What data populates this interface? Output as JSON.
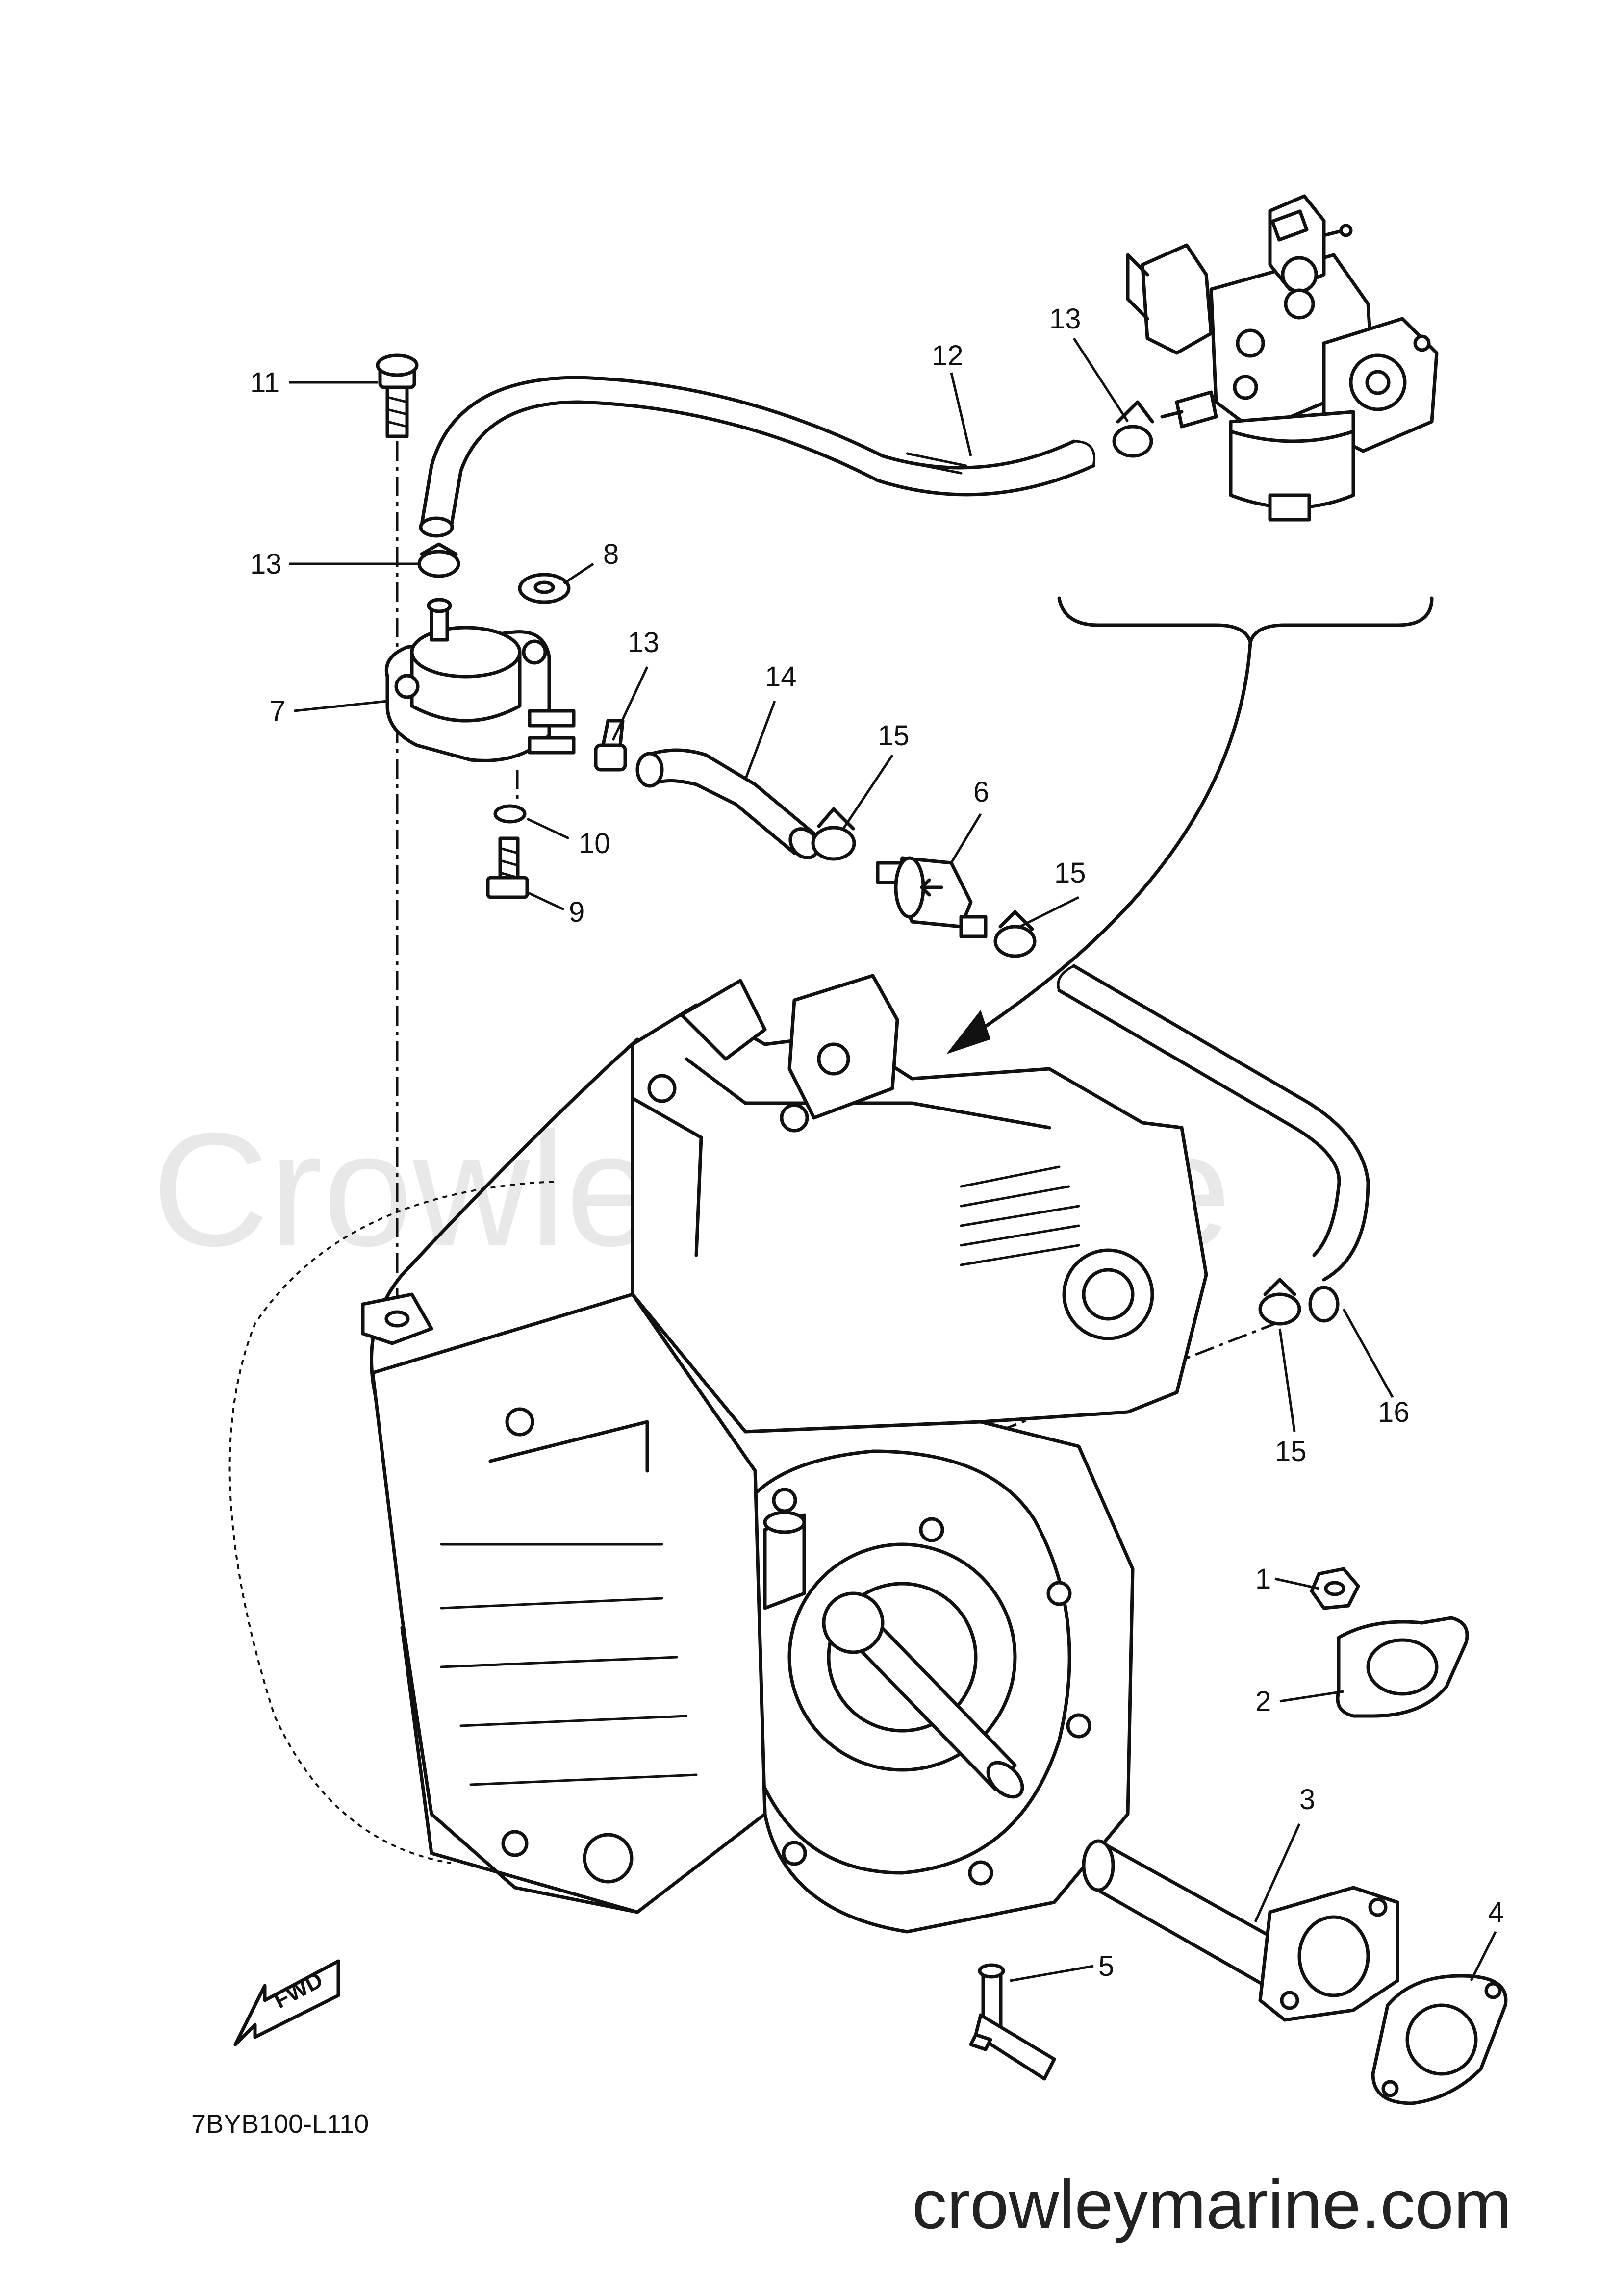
{
  "diagram": {
    "code": "7BYB100-L110",
    "watermark": "CrowleyMarine",
    "website": "crowleymarine.com",
    "fwd_label": "FWD"
  },
  "callouts": [
    {
      "id": "c11",
      "label": "11"
    },
    {
      "id": "c12",
      "label": "12"
    },
    {
      "id": "c13a",
      "label": "13"
    },
    {
      "id": "c13b",
      "label": "13"
    },
    {
      "id": "c8",
      "label": "8"
    },
    {
      "id": "c13c",
      "label": "13"
    },
    {
      "id": "c14",
      "label": "14"
    },
    {
      "id": "c7",
      "label": "7"
    },
    {
      "id": "c15a",
      "label": "15"
    },
    {
      "id": "c6",
      "label": "6"
    },
    {
      "id": "c15b",
      "label": "15"
    },
    {
      "id": "c10",
      "label": "10"
    },
    {
      "id": "c9",
      "label": "9"
    },
    {
      "id": "c16",
      "label": "16"
    },
    {
      "id": "c15c",
      "label": "15"
    },
    {
      "id": "c1",
      "label": "1"
    },
    {
      "id": "c2",
      "label": "2"
    },
    {
      "id": "c3",
      "label": "3"
    },
    {
      "id": "c4",
      "label": "4"
    },
    {
      "id": "c5",
      "label": "5"
    }
  ]
}
